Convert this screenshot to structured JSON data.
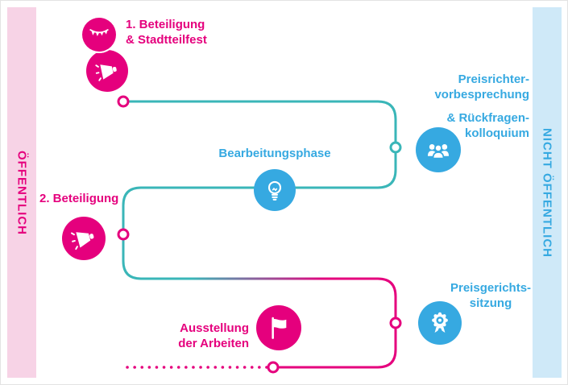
{
  "colors": {
    "pink": "#e5007d",
    "blue": "#36a9e1",
    "teal": "#3ab6b8",
    "pink_light": "#f7d3e6",
    "blue_light": "#cfe9f8"
  },
  "sidebars": {
    "left": "ÖFFENTLICH",
    "right": "NICHT ÖFFENTLICH"
  },
  "steps": [
    {
      "id": "beteiligung-1",
      "color": "pink",
      "icon": "bunting-and-megaphone",
      "lines": [
        "1. Beteiligung",
        "& Stadtteilfest"
      ]
    },
    {
      "id": "preisrichtervorbesprechung",
      "color": "blue",
      "icon": "jury-people",
      "lines": [
        "Preisrichter-",
        "vorbesprechung",
        "& Rückfragen-",
        "kolloquium"
      ]
    },
    {
      "id": "bearbeitungsphase",
      "color": "blue",
      "icon": "lightbulb",
      "lines": [
        "Bearbeitungsphase"
      ]
    },
    {
      "id": "beteiligung-2",
      "color": "pink",
      "icon": "megaphone",
      "lines": [
        "2. Beteiligung"
      ]
    },
    {
      "id": "preisgerichtssitzung",
      "color": "blue",
      "icon": "award-rosette",
      "lines": [
        "Preisgerichts-",
        "sitzung"
      ]
    },
    {
      "id": "ausstellung",
      "color": "pink",
      "icon": "flag",
      "lines": [
        "Ausstellung",
        "der Arbeiten"
      ]
    }
  ]
}
